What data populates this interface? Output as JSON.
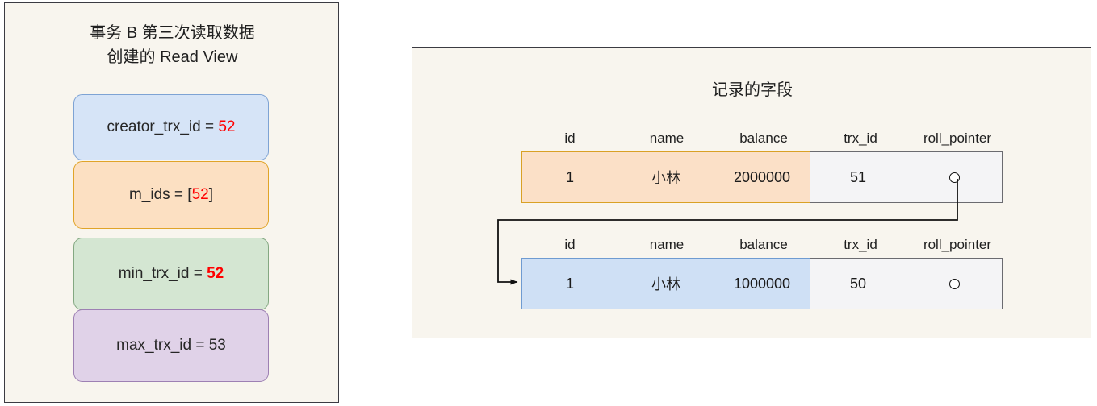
{
  "read_view_panel": {
    "title": "事务 B 第三次读取数据\n创建的 Read View",
    "fields": [
      {
        "name": "creator_trx_id",
        "label": "creator_trx_id = ",
        "value": "52",
        "value_style": "red",
        "color": "#d6e4f7",
        "border": "#7ea3d4"
      },
      {
        "name": "m_ids",
        "label": "m_ids = [",
        "value": "52",
        "value_style": "red",
        "suffix": "]",
        "color": "#fce0c2",
        "border": "#e0a429"
      },
      {
        "name": "min_trx_id",
        "label": "min_trx_id = ",
        "value": "52",
        "value_style": "red-bold",
        "color": "#d4e6d2",
        "border": "#84a882"
      },
      {
        "name": "max_trx_id",
        "label": "max_trx_id = ",
        "value": "53",
        "value_style": "plain",
        "color": "#e0d2e8",
        "border": "#9d80b3"
      }
    ]
  },
  "record_panel": {
    "title": "记录的字段",
    "columns": [
      "id",
      "name",
      "balance",
      "trx_id",
      "roll_pointer"
    ],
    "rows": [
      {
        "name": "record-version-new",
        "id": "1",
        "person": "小林",
        "balance": "2000000",
        "trx_id": "51",
        "roll_pointer": "pointer-dot",
        "fill": "#fbe0c7",
        "border": "#d9a125"
      },
      {
        "name": "record-version-old",
        "id": "1",
        "person": "小林",
        "balance": "1000000",
        "trx_id": "50",
        "roll_pointer": "pointer-dot",
        "fill": "#cfe0f5",
        "border": "#6f9bd1"
      }
    ]
  },
  "colors": {
    "panel_background": "#f8f5ee",
    "panel_border": "#3b3b42",
    "highlight_red": "#ff0000",
    "connector": "#111111"
  }
}
